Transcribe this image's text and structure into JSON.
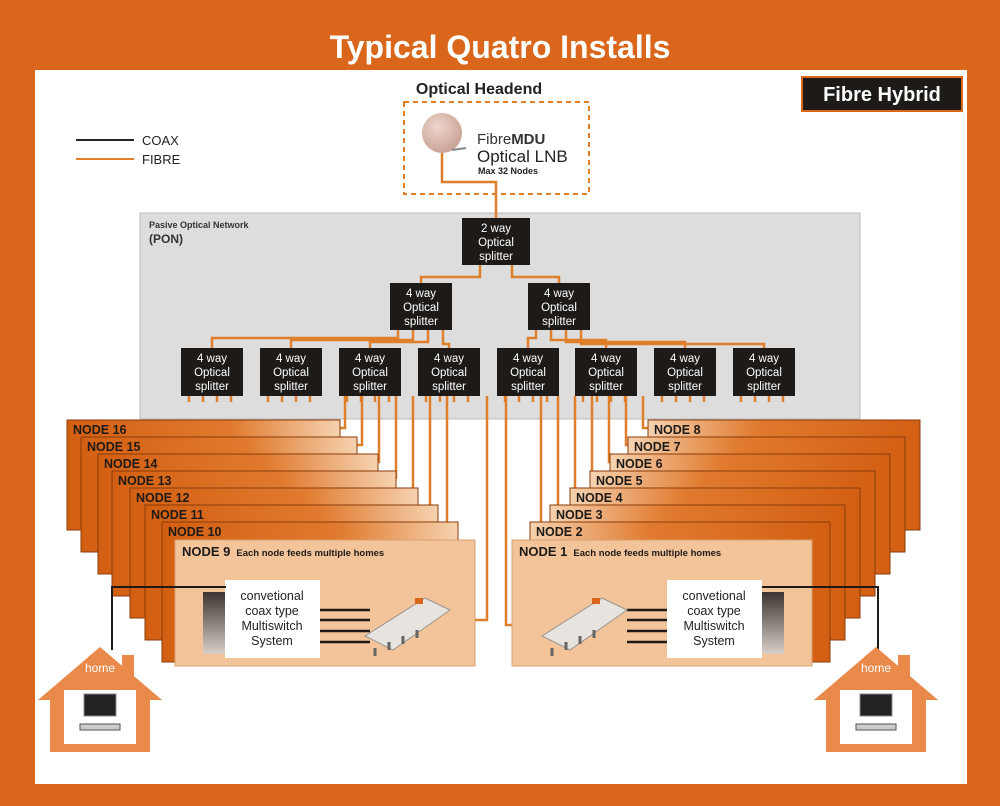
{
  "title": "Typical Quatro Installs",
  "badge": "Fibre Hybrid",
  "legend": {
    "coax": "COAX",
    "fibre": "FIBRE"
  },
  "headend": {
    "title": "Optical Headend",
    "brand_light": "Fibre",
    "brand_bold": "MDU",
    "product": "Optical LNB",
    "capacity": "Max 32 Nodes"
  },
  "pon": {
    "line1": "Pasive Optical Network",
    "line2": "(PON)"
  },
  "splitter_2way": [
    "2 way",
    "Optical",
    "splitter"
  ],
  "splitter_4way": [
    "4 way",
    "Optical",
    "splitter"
  ],
  "nodes_left": [
    "NODE 16",
    "NODE 15",
    "NODE 14",
    "NODE 13",
    "NODE 12",
    "NODE 11",
    "NODE 10"
  ],
  "nodes_right": [
    "NODE 8",
    "NODE 7",
    "NODE 6",
    "NODE 5",
    "NODE 4",
    "NODE 3",
    "NODE 2"
  ],
  "node9": {
    "label": "NODE 9",
    "note": "Each node feeds multiple homes"
  },
  "node1": {
    "label": "NODE 1",
    "note": "Each node feeds multiple homes"
  },
  "multiswitch": [
    "convetional",
    "coax type",
    "Multiswitch",
    "System"
  ],
  "home_label": "home",
  "colors": {
    "orange": "#d9661a",
    "fibre": "#e07f2a",
    "light": "#f3c49a",
    "dark": "#1e1a17",
    "pon": "#dddddd"
  }
}
